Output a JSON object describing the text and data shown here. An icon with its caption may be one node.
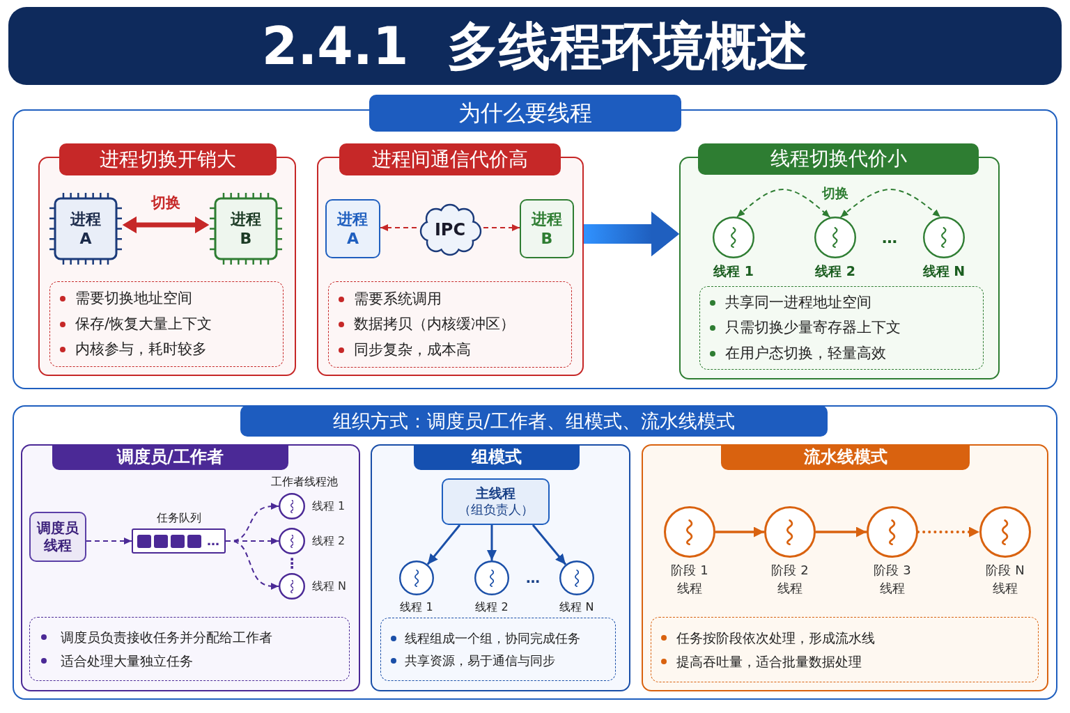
{
  "diagram": {
    "title": "2.4.1 多线程环境概述",
    "nodes": [
      {
        "text": [
          "为什么要线程"
        ]
      },
      {
        "text": [
          "进程切换开销大"
        ],
        "in": 0
      },
      {
        "text": [
          "进程 A"
        ],
        "in": 1
      },
      {
        "text": [
          "进程 B"
        ],
        "in": 1
      },
      {
        "text": [
          "需要切换地址空间",
          "保存/恢复大量上下文",
          "内核参与，耗时较多"
        ],
        "in": 1
      },
      {
        "text": [
          "进程间通信代价高"
        ],
        "in": 0
      },
      {
        "text": [
          "进程 A"
        ],
        "in": 5
      },
      {
        "text": [
          "IPC"
        ],
        "in": 5
      },
      {
        "text": [
          "进程 B"
        ],
        "in": 5
      },
      {
        "text": [
          "需要系统调用",
          "数据拷贝（内核缓冲区）",
          "同步复杂，成本高"
        ],
        "in": 5
      },
      {
        "text": [
          "线程切换代价小"
        ],
        "in": 0
      },
      {
        "text": [],
        "shape": "circle",
        "beside": [
          "线程 1"
        ],
        "in": 10
      },
      {
        "text": [],
        "shape": "circle",
        "beside": [
          "线程 2"
        ],
        "in": 10
      },
      {
        "text": [],
        "shape": "circle",
        "beside": [
          "线程 N"
        ],
        "in": 10
      },
      {
        "text": [
          "共享同一进程地址空间",
          "只需切换少量寄存器上下文",
          "在用户态切换，轻量高效"
        ],
        "in": 10
      },
      {
        "text": [
          "组织方式：调度员/工作者、组模式、流水线模式"
        ]
      },
      {
        "text": [
          "调度员/工作者"
        ],
        "in": 15
      },
      {
        "text": [
          "调度员线程"
        ],
        "in": 16
      },
      {
        "text": [
          "任务队列",
          "…"
        ],
        "in": 16
      },
      {
        "text": [],
        "shape": "circle",
        "beside": [
          "线程 1"
        ],
        "in": 16
      },
      {
        "text": [],
        "shape": "circle",
        "beside": [
          "线程 2"
        ],
        "in": 16
      },
      {
        "text": [],
        "shape": "circle",
        "beside": [
          "线程 N"
        ],
        "in": 16
      },
      {
        "text": [
          "调度员负责接收任务并分配给工作者",
          "适合处理大量独立任务"
        ],
        "in": 16
      },
      {
        "text": [
          "组模式"
        ],
        "in": 15
      },
      {
        "text": [
          "主线程",
          "（组负责人）"
        ],
        "in": 23
      },
      {
        "text": [],
        "shape": "circle",
        "beside": [
          "线程 1"
        ],
        "in": 23
      },
      {
        "text": [],
        "shape": "circle",
        "beside": [
          "线程 2"
        ],
        "in": 23
      },
      {
        "text": [],
        "shape": "circle",
        "beside": [
          "线程 N"
        ],
        "in": 23
      },
      {
        "text": [
          "线程组成一个组，协同完成任务",
          "共享资源，易于通信与同步"
        ],
        "in": 23
      },
      {
        "text": [
          "流水线模式"
        ],
        "in": 15
      },
      {
        "text": [],
        "shape": "circle",
        "beside": [
          "阶段 1",
          "线程"
        ],
        "in": 29
      },
      {
        "text": [],
        "shape": "circle",
        "beside": [
          "阶段 2",
          "线程"
        ],
        "in": 29
      },
      {
        "text": [],
        "shape": "circle",
        "beside": [
          "阶段 3",
          "线程"
        ],
        "in": 29
      },
      {
        "text": [],
        "shape": "circle",
        "beside": [
          "阶段 N",
          "线程"
        ],
        "in": 29
      },
      {
        "text": [
          "任务按阶段依次处理，形成流水线",
          "提高吞吐量，适合批量数据处理"
        ],
        "in": 29
      }
    ],
    "edges": [
      {
        "from": 2,
        "to": 3,
        "arrow": "both",
        "label": "切换",
        "style": "thick",
        "color": "#c62828"
      },
      {
        "from": 7,
        "to": 6,
        "arrow": "to",
        "style": "dashed",
        "color": "#c62828"
      },
      {
        "from": 7,
        "to": 8,
        "arrow": "to",
        "style": "dashed",
        "color": "#c62828"
      },
      {
        "from": 5,
        "to": 10,
        "arrow": "to",
        "style": "thick",
        "color": "#1f5fbf"
      },
      {
        "from": 11,
        "to": 12,
        "arrow": "both",
        "style": "dashed",
        "color": "#2e7d32"
      },
      {
        "from": 12,
        "to": 13,
        "arrow": "both",
        "style": "dashed",
        "color": "#2e7d32"
      },
      {
        "from": 17,
        "to": 18,
        "arrow": "to",
        "style": "dashed",
        "color": "#4b2996"
      },
      {
        "from": 18,
        "to": 19,
        "arrow": "to",
        "style": "dashed",
        "color": "#4b2996"
      },
      {
        "from": 18,
        "to": 20,
        "arrow": "to",
        "style": "dashed",
        "color": "#4b2996"
      },
      {
        "from": 18,
        "to": 21,
        "arrow": "to",
        "style": "dashed",
        "color": "#4b2996"
      },
      {
        "from": 24,
        "to": 25,
        "arrow": "to",
        "color": "#1a4fa8"
      },
      {
        "from": 24,
        "to": 26,
        "arrow": "to",
        "color": "#1a4fa8"
      },
      {
        "from": 24,
        "to": 27,
        "arrow": "to",
        "color": "#1a4fa8"
      },
      {
        "from": 30,
        "to": 31,
        "arrow": "to",
        "color": "#d9620f"
      },
      {
        "from": 31,
        "to": 32,
        "arrow": "to",
        "color": "#d9620f"
      },
      {
        "from": 32,
        "to": 33,
        "arrow": "to",
        "style": "dashed",
        "color": "#d9620f"
      }
    ],
    "labels": [
      "切换",
      "…",
      "工作者线程池",
      "⋮",
      "…"
    ]
  }
}
